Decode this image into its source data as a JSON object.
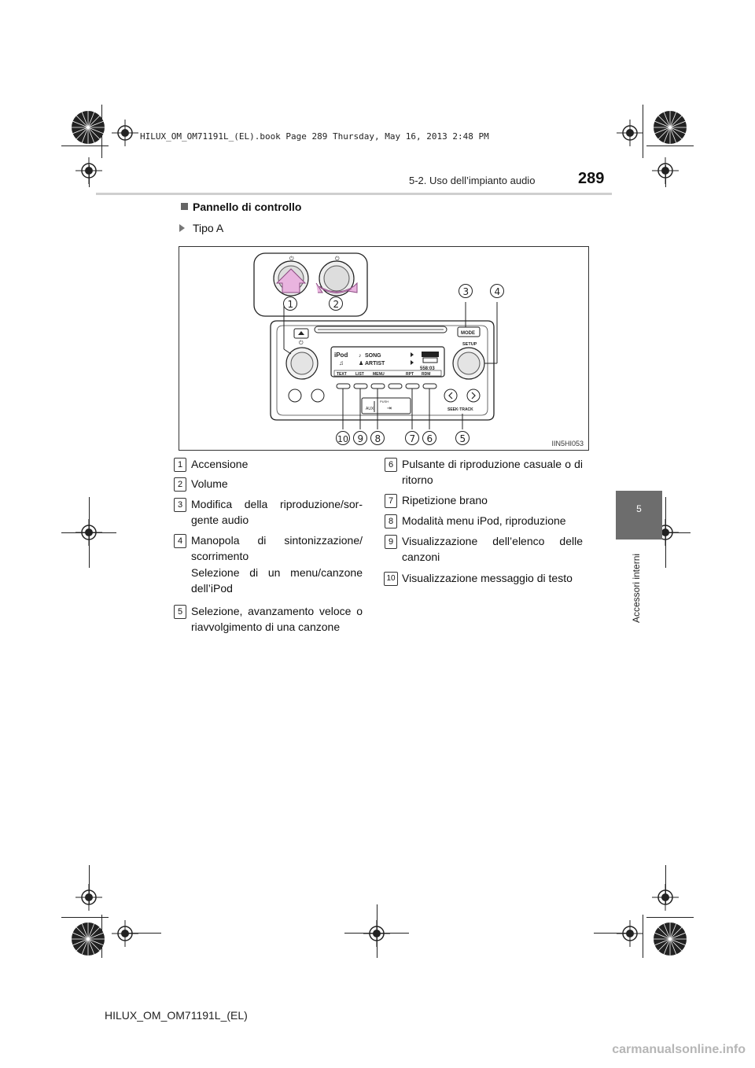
{
  "header": {
    "file_info": "HILUX_OM_OM71191L_(EL).book  Page 289  Thursday, May 16, 2013  2:48 PM",
    "page_number": "289",
    "section": "5-2. Uso dell’impianto audio"
  },
  "side_tab": {
    "number": "5",
    "label": "Accessori interni"
  },
  "content": {
    "heading": "Pannello di controllo",
    "subheading": "Tipo A",
    "figure_code": "IIN5HI053",
    "figure_labels": {
      "mode": "MODE",
      "setup": "SETUP",
      "seek_track": "SEEK·TRACK",
      "push": "PUSH",
      "aux": "AUX",
      "display_ipod": "iPod",
      "display_song": "SONG",
      "display_artist": "ARTIST",
      "display_time": "558:03",
      "softkeys": [
        "TEXT",
        "LIST",
        "MENU",
        "RPT",
        "RDM"
      ]
    },
    "items_left": [
      {
        "n": "1",
        "text": "Accensione"
      },
      {
        "n": "2",
        "text": "Volume"
      },
      {
        "n": "3",
        "text": "Modifica della riproduzione/sor-gente audio"
      },
      {
        "n": "4",
        "text": "Manopola di sintonizzazione/ scorrimento"
      },
      {
        "n": "",
        "text": "Selezione di un menu/canzone dell’iPod"
      },
      {
        "n": "5",
        "text": "Selezione, avanzamento veloce o riavvolgimento di una canzone"
      }
    ],
    "items_right": [
      {
        "n": "6",
        "text": "Pulsante di riproduzione casuale o di ritorno"
      },
      {
        "n": "7",
        "text": "Ripetizione brano"
      },
      {
        "n": "8",
        "text": "Modalità menu iPod, riproduzione"
      },
      {
        "n": "9",
        "text": "Visualizzazione dell’elenco delle canzoni"
      },
      {
        "n": "10",
        "text": "Visualizzazione messaggio di testo"
      }
    ]
  },
  "footer": {
    "model": "HILUX_OM_OM71191L_(EL)",
    "watermark": "carmanualsonline.info"
  }
}
